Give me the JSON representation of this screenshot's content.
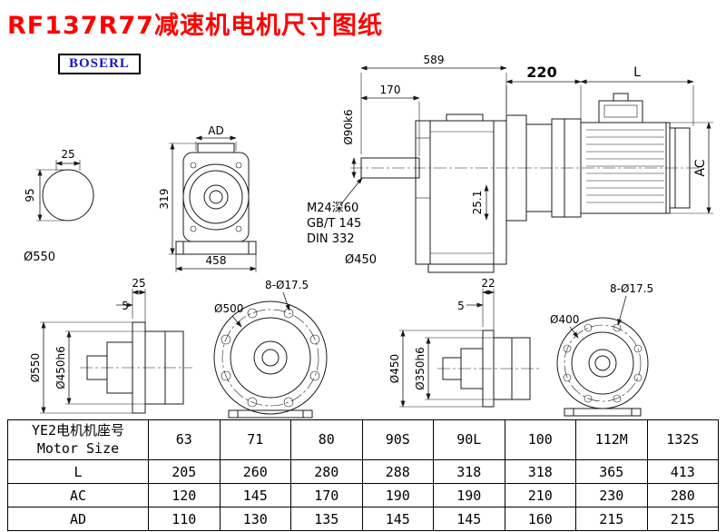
{
  "title": "RF137R77减速机电机尺寸图纸",
  "logo": "BOSERL",
  "views": {
    "shaft_section": {
      "key_width": "25",
      "shaft_dim": "95",
      "dia_label": "Ø550"
    },
    "gearbox_front": {
      "top_dim": "AD",
      "left_dim": "319",
      "bottom_dim": "458"
    },
    "reducer_side": {
      "total_len": "589",
      "shaft_len": "170",
      "shaft_dia": "Ø90k6",
      "thread_note": "M24深60",
      "std_note1": "GB/T 145",
      "std_note2": "DIN 332",
      "flange_dia": "Ø450",
      "key_height": "25.1"
    },
    "motor_side": {
      "adapter_len": "220",
      "motor_len": "L",
      "motor_dia": "AC"
    },
    "flange_side_a": {
      "dim1": "25",
      "dim2": "5",
      "outer_dia": "Ø550",
      "spigot_dia": "Ø450h6"
    },
    "flange_front_a": {
      "holes": "8-Ø17.5",
      "bolt_circle": "Ø500"
    },
    "flange_side_b": {
      "dim1": "22",
      "dim2": "5",
      "outer_dia": "Ø450",
      "spigot_dia": "Ø350h6"
    },
    "flange_front_b": {
      "holes": "8-Ø17.5",
      "bolt_circle": "Ø400"
    }
  },
  "table": {
    "header_line1": "YE2电机机座号",
    "header_line2": "Motor Size",
    "sizes": [
      "63",
      "71",
      "80",
      "90S",
      "90L",
      "100",
      "112M",
      "132S"
    ],
    "rows": [
      {
        "label": "L",
        "values": [
          "205",
          "260",
          "280",
          "288",
          "318",
          "318",
          "365",
          "413"
        ]
      },
      {
        "label": "AC",
        "values": [
          "120",
          "145",
          "170",
          "190",
          "190",
          "210",
          "230",
          "280"
        ]
      },
      {
        "label": "AD",
        "values": [
          "110",
          "130",
          "135",
          "145",
          "145",
          "160",
          "215",
          "215"
        ]
      }
    ]
  }
}
